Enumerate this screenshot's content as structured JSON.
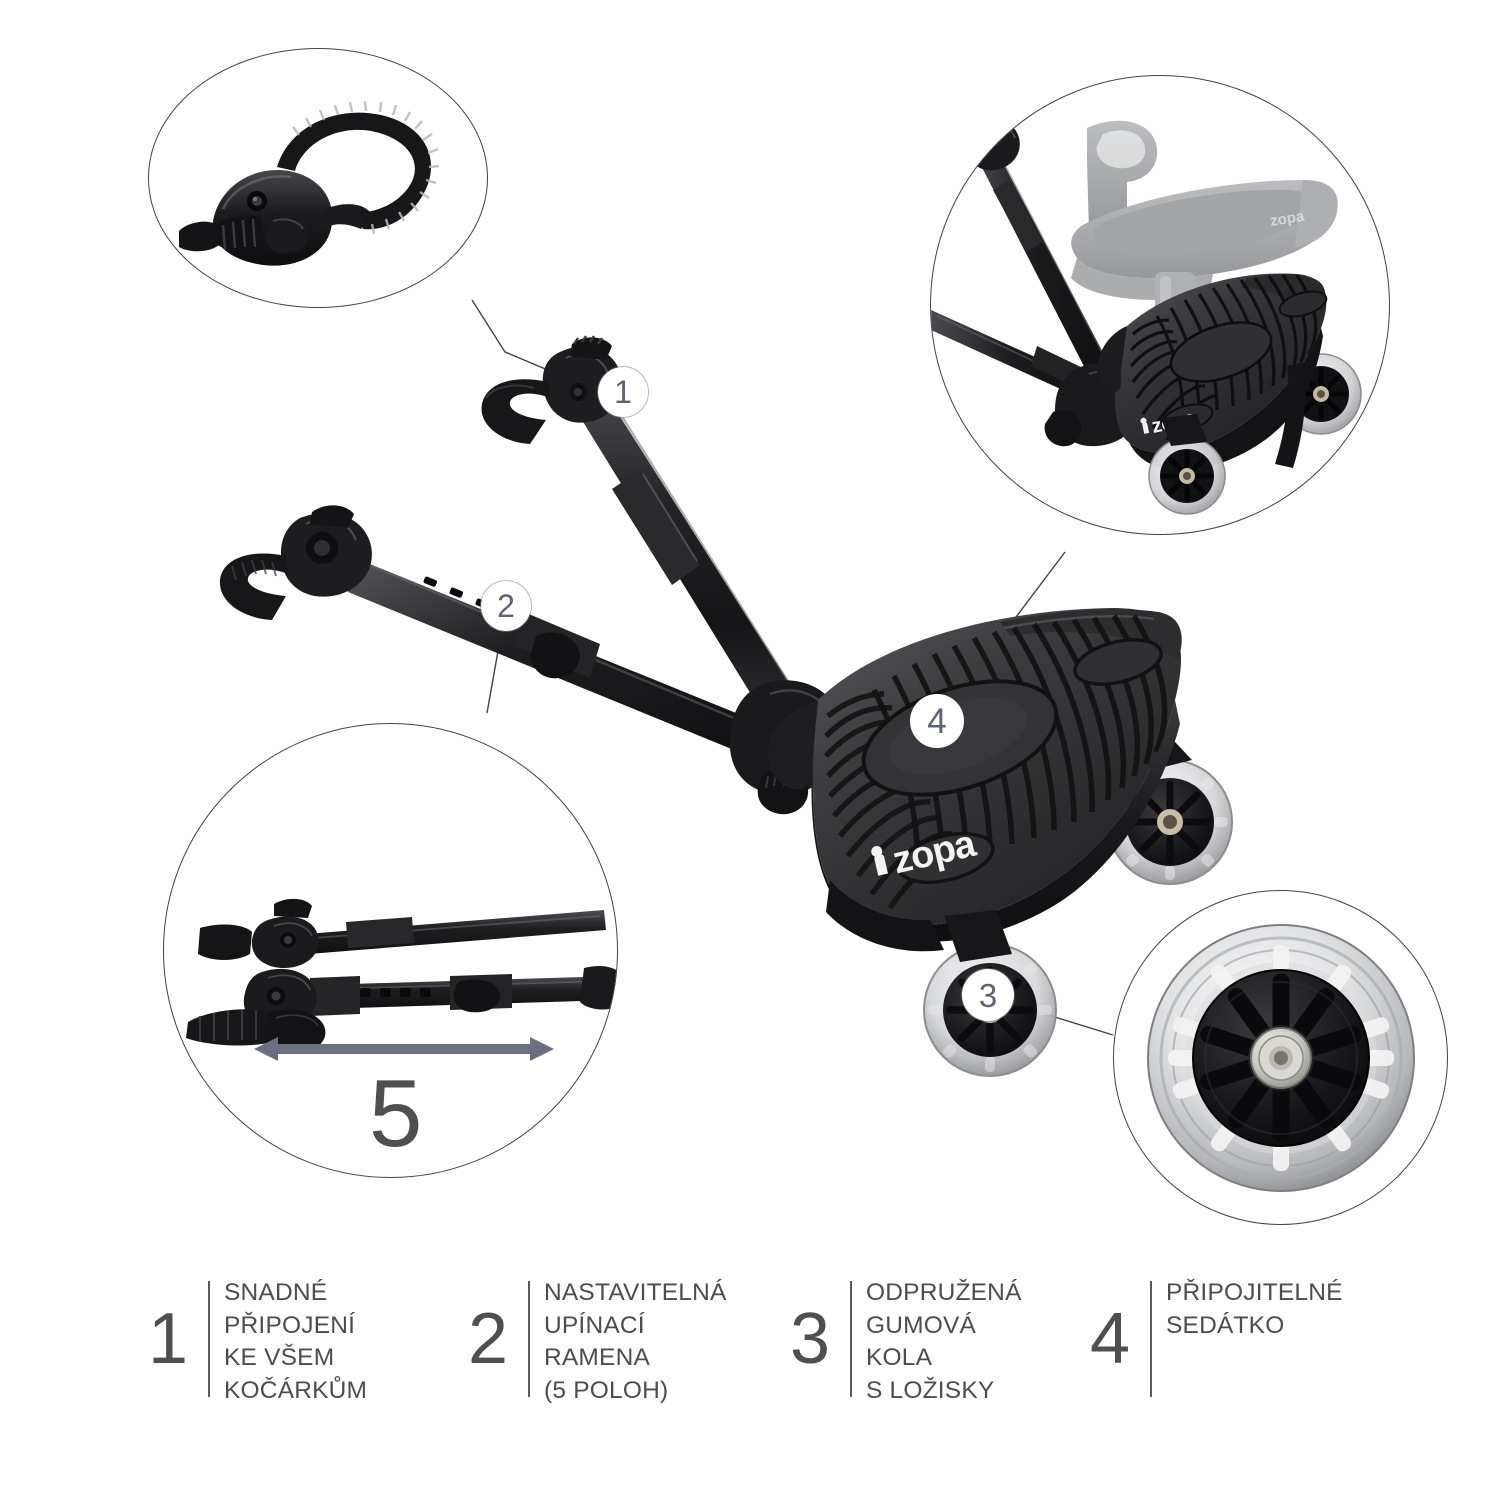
{
  "page": {
    "background": "#ffffff",
    "product_name": "zopa",
    "language": "cs"
  },
  "colors": {
    "circle_outline": "#3d4352",
    "leader_line": "#3d4352",
    "badge_fill": "#ffffff",
    "badge_text": "#5e6472",
    "legend_text": "#4d4d4d",
    "legend_number": "#4f4f4f",
    "legend_rule": "#5a5a5a",
    "arrow": "#6a707f",
    "product_black": "#1b1b1d",
    "product_dark_gray": "#3a3a3c",
    "seat_ghost_gray": "#a5a7aa",
    "wheel_translucent": "#d7d8da"
  },
  "brand": {
    "text": "zopa"
  },
  "detail_circles": [
    {
      "id": "clamp-strap-detail",
      "name": "top-left-detail-circle",
      "caption": "",
      "content": "stroller-clamp-with-toothed-strap"
    },
    {
      "id": "seat-detail",
      "name": "top-right-detail-circle",
      "caption": "",
      "content": "buggy-board-with-ghosted-attachable-seat"
    },
    {
      "id": "telescopic-detail",
      "name": "bottom-left-detail-circle",
      "caption": "",
      "content": "folded-arms-side-view-with-adjustment-arrow",
      "annotation": {
        "arrow": "double-headed",
        "label": "5"
      }
    },
    {
      "id": "wheel-detail",
      "name": "bottom-right-detail-circle",
      "caption": "",
      "content": "rubber-wheel-with-bearing-close-up"
    }
  ],
  "badges": [
    {
      "number": "1",
      "name": "callout-badge-1",
      "style": "outline"
    },
    {
      "number": "2",
      "name": "callout-badge-2",
      "style": "outline"
    },
    {
      "number": "3",
      "name": "callout-badge-3",
      "style": "outline"
    },
    {
      "number": "4",
      "name": "callout-badge-4",
      "style": "solid"
    }
  ],
  "arrow_annotation": {
    "value": "5"
  },
  "legend": {
    "items": [
      {
        "number": "1",
        "lines": [
          "SNADNÉ",
          "PŘIPOJENÍ",
          "KE VŠEM",
          "KOČÁRKŮM"
        ]
      },
      {
        "number": "2",
        "lines": [
          "NASTAVITELNÁ",
          "UPÍNACÍ",
          "RAMENA",
          "(5 POLOH)"
        ]
      },
      {
        "number": "3",
        "lines": [
          "ODPRUŽENÁ",
          "GUMOVÁ",
          "KOLA",
          "S LOŽISKY"
        ]
      },
      {
        "number": "4",
        "lines": [
          "PŘIPOJITELNÉ",
          "SEDÁTKO"
        ]
      }
    ]
  }
}
